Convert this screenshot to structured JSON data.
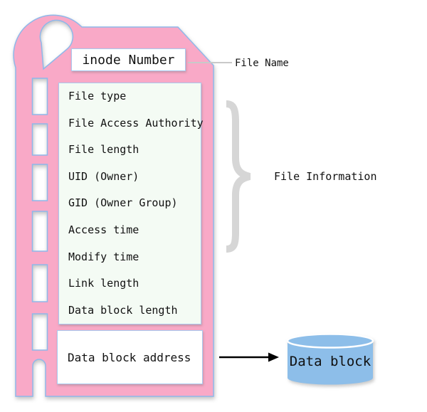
{
  "diagram": {
    "tag": {
      "inode_box_label": "inode Number",
      "attributes": [
        "File type",
        "File Access Authority",
        "File length",
        "UID (Owner)",
        "GID (Owner Group)",
        "Access time",
        "Modify time",
        "Link length",
        "Data block length"
      ],
      "address_box_label": "Data block address"
    },
    "annotations": {
      "file_name_label": "File Name",
      "file_info_label": "File Information"
    },
    "datablock": {
      "label": "Data block"
    },
    "colors": {
      "tag_pink": "#f9a9c7",
      "tag_border": "#8fb8ea",
      "list_bg": "#f4fbf4",
      "box_border": "#a9c9ef",
      "brace_gray": "#d6d6d6",
      "connector_gray": "#c9c9c9",
      "cylinder_blue": "#8dbee9",
      "arrow_black": "#000000"
    }
  }
}
